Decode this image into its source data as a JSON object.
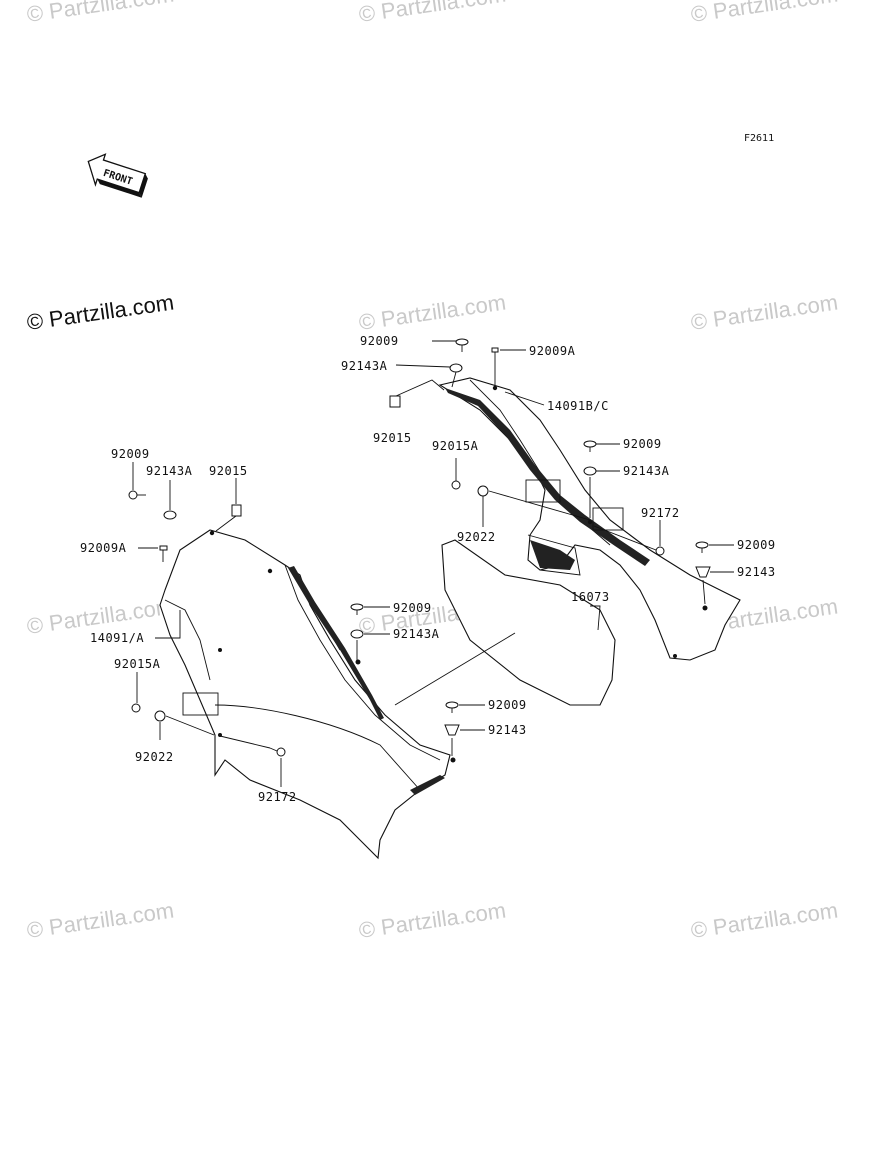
{
  "figure_id": "F2611",
  "front_arrow_label": "FRONT",
  "watermark": {
    "main": "© Partzilla.com",
    "faint": "© Partzilla.com"
  },
  "left_assembly": {
    "labels": {
      "p1": "92009",
      "p2": "92143A",
      "p3": "92015",
      "p4": "92009A",
      "p5": "14091/A",
      "p6": "92015A",
      "p7": "92022",
      "p8": "92172"
    }
  },
  "right_assembly": {
    "labels": {
      "p1": "92009",
      "p2": "92009A",
      "p3": "92143A",
      "p4": "14091B/C",
      "p5": "92015",
      "p6": "92015A",
      "p7": "92009",
      "p8": "92143A",
      "p9": "92172",
      "p10": "92022",
      "p11": "92009",
      "p12": "92143"
    }
  },
  "center_labels": {
    "c1": "92009",
    "c2": "92143A",
    "c3": "16073",
    "c4": "92009",
    "c5": "92143"
  },
  "colors": {
    "ink": "#111111",
    "watermark": "#c9c9c9"
  }
}
